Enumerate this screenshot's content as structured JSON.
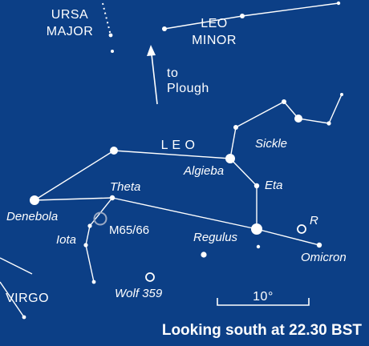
{
  "colors": {
    "sky": "#0c3f86",
    "ink": "#ffffff",
    "galaxy": "#9aa9c4"
  },
  "constellations": {
    "ursa_major": [
      "URSA",
      "MAJOR"
    ],
    "leo_minor": [
      "LEO",
      "MINOR"
    ],
    "leo": "L E O",
    "virgo": "VIRGO"
  },
  "pointer": {
    "text": [
      "to",
      "Plough"
    ],
    "icon": "arrow-up-icon"
  },
  "stars": {
    "denebola": "Denebola",
    "theta": "Theta",
    "iota": "Iota",
    "algieba": "Algieba",
    "eta": "Eta",
    "regulus": "Regulus",
    "omicron": "Omicron",
    "sickle": "Sickle",
    "r": "R"
  },
  "objects": {
    "m65_66": "M65/66",
    "wolf_359": "Wolf 359"
  },
  "scale": {
    "label": "10°"
  },
  "caption": "Looking south at 22.30 BST"
}
